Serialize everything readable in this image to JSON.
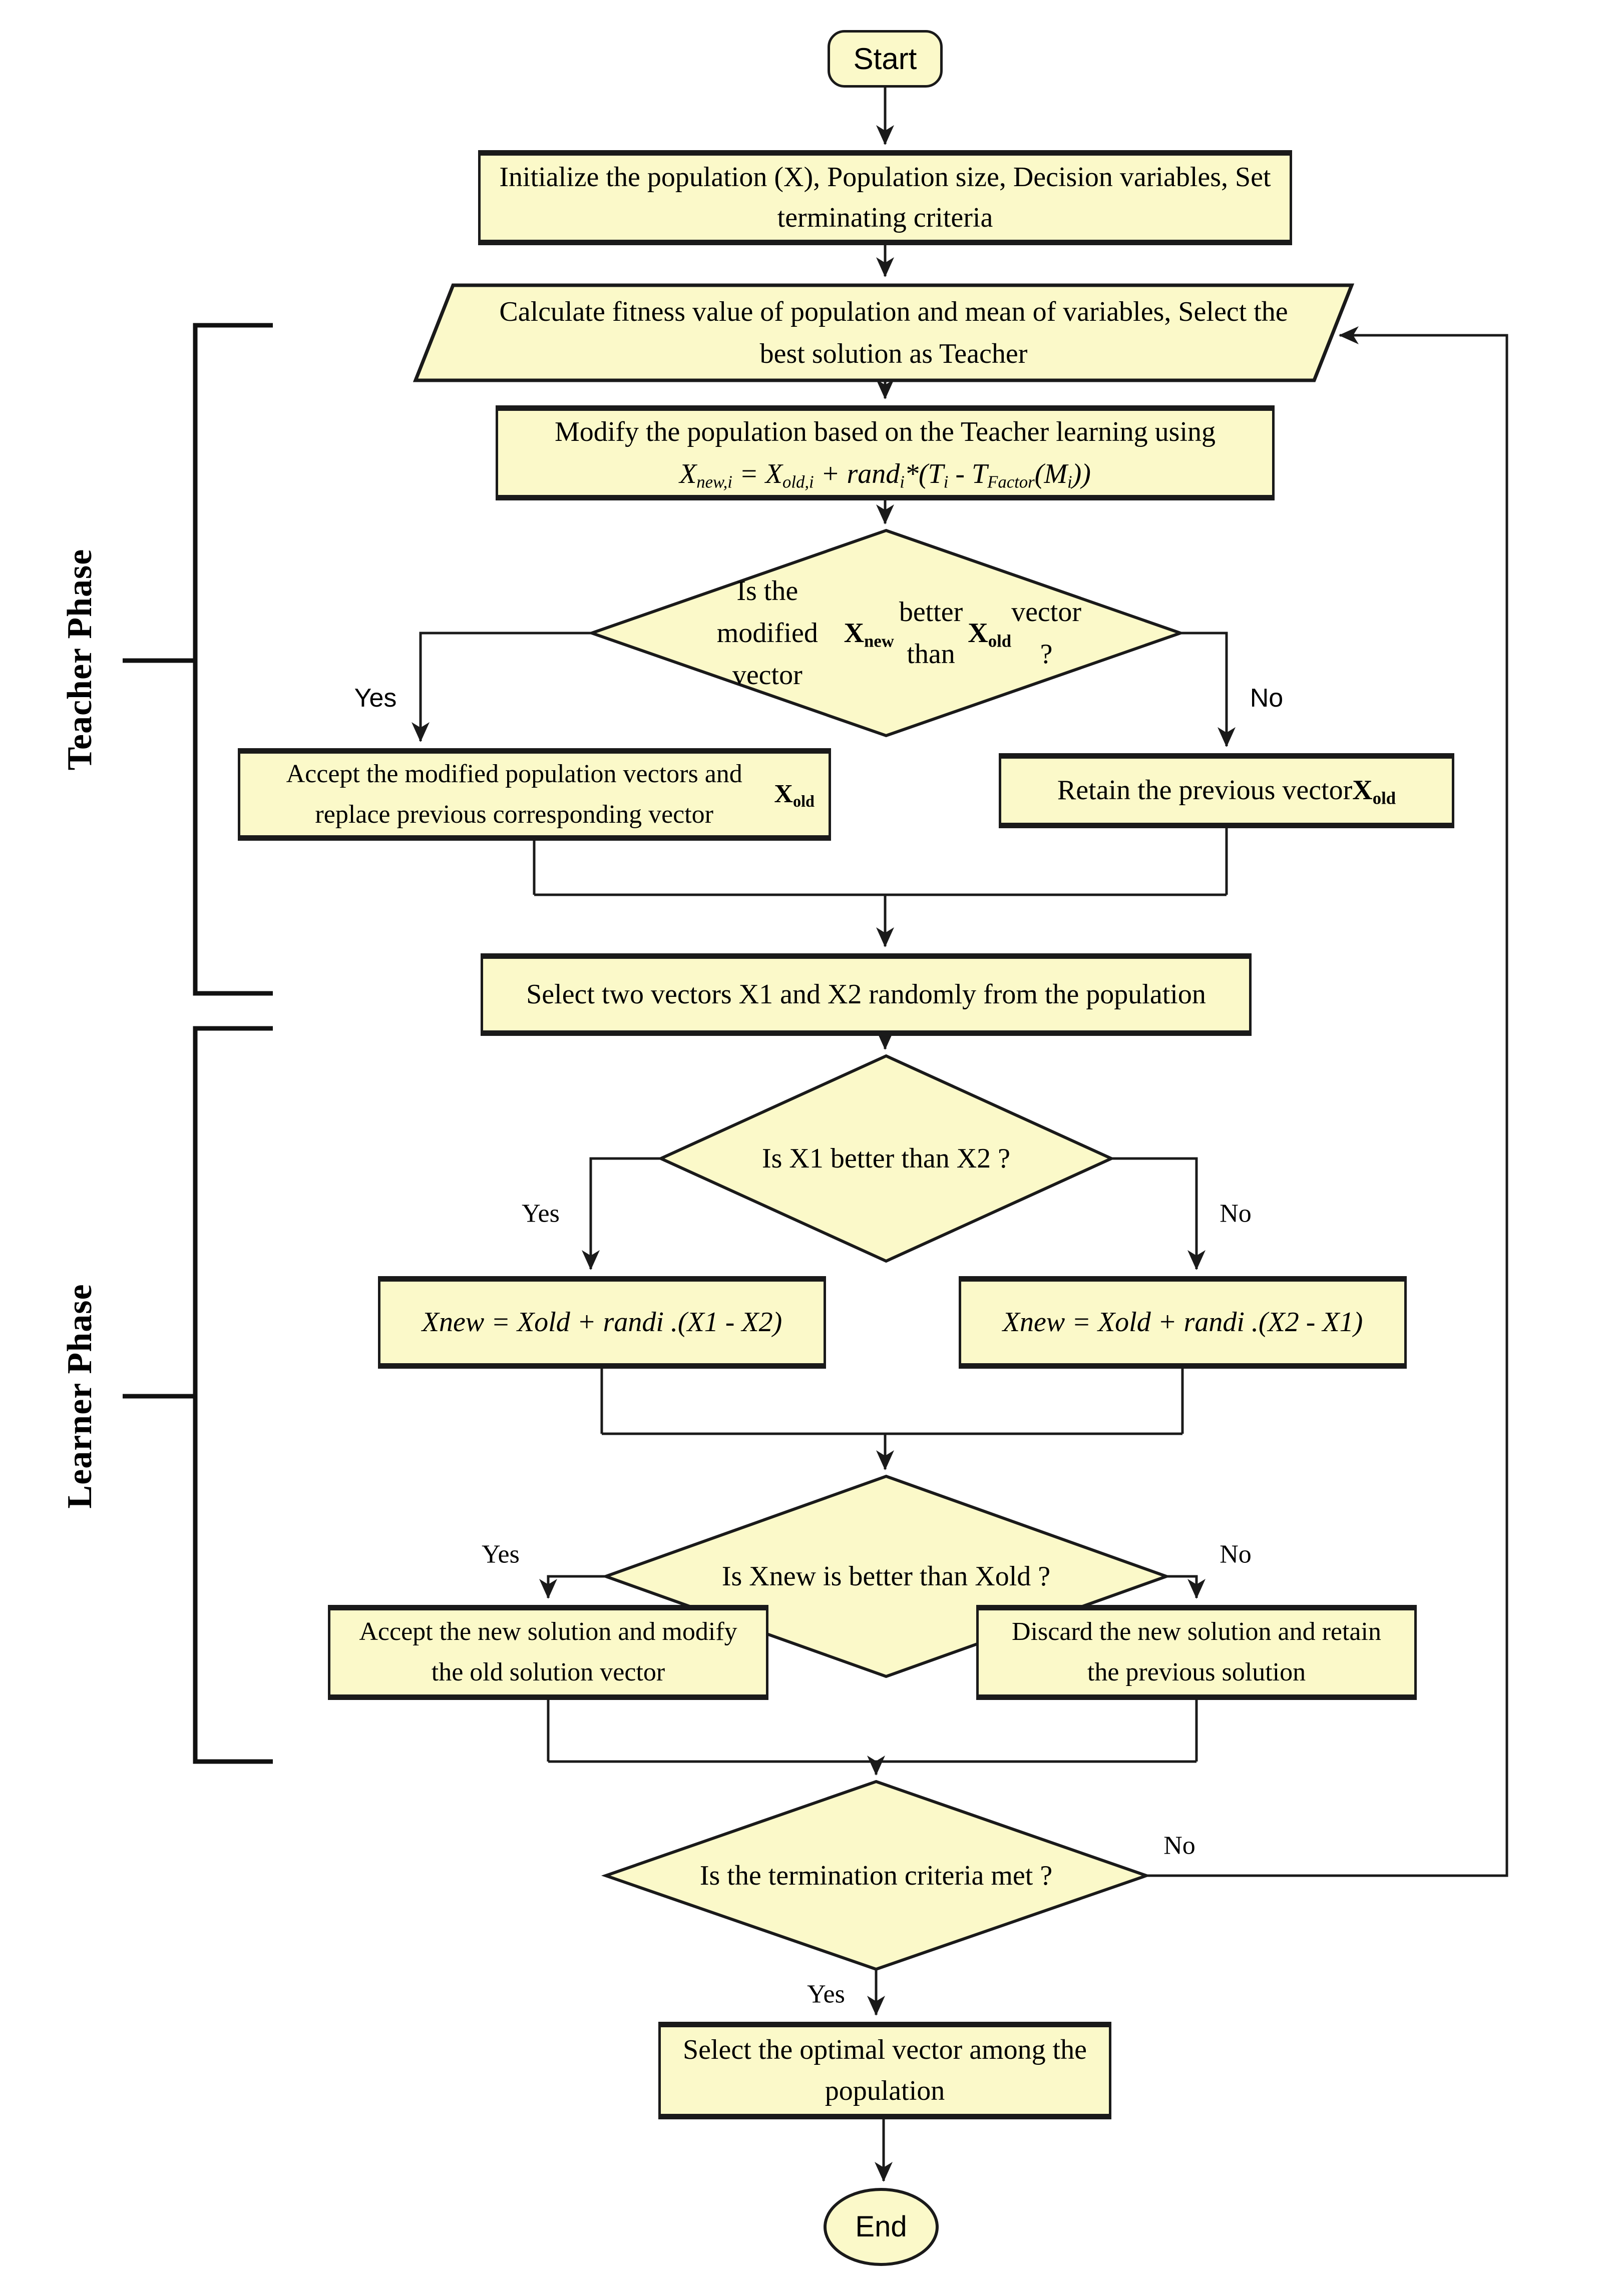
{
  "colors": {
    "shape_fill": "#fbf9c9",
    "shape_border": "#1a1a1a",
    "connector": "#1a1a1a",
    "background": "#ffffff"
  },
  "phases": {
    "teacher": "Teacher Phase",
    "learner": "Learner Phase"
  },
  "nodes": {
    "start": "Start",
    "initialize": "Initialize the population (X), Population size, Decision variables, Set terminating criteria",
    "calculate": "Calculate fitness value of population and mean of variables, Select the best solution as Teacher",
    "modify_line1": "Modify the population based on the Teacher learning using",
    "modify_formula": "X_{new,i} = X_{old,i} + rand_{i}*(T_{i} - T_{Factor}(M_{i}))",
    "decision_modified": "Is the modified vector **X_{new}** better than **X_{old}** vector ?",
    "accept_modified": "Accept the modified population vectors and replace previous corresponding vector **X_{old}**",
    "retain_previous": "Retain the previous vector **X_{old}**",
    "select_two": "Select two vectors X1 and X2 randomly from the population",
    "decision_x1x2": "Is X1 better than X2 ?",
    "xnew_yes": "Xnew = Xold + randi .(X1 - X2)",
    "xnew_no": "Xnew = Xold + randi .(X2 - X1)",
    "decision_xnew": "Is Xnew is better than Xold ?",
    "accept_new": "Accept the new solution and modify the old solution vector",
    "discard_new": "Discard the new solution and retain the previous solution",
    "decision_termination": "Is the termination criteria met ?",
    "select_optimal": "Select the optimal vector among the population",
    "end": "End"
  },
  "branch_labels": {
    "d1_yes": "Yes",
    "d1_no": "No",
    "d2_yes": "Yes",
    "d2_no": "No",
    "d3_yes": "Yes",
    "d3_no": "No",
    "d4_yes": "Yes",
    "d4_no": "No"
  }
}
